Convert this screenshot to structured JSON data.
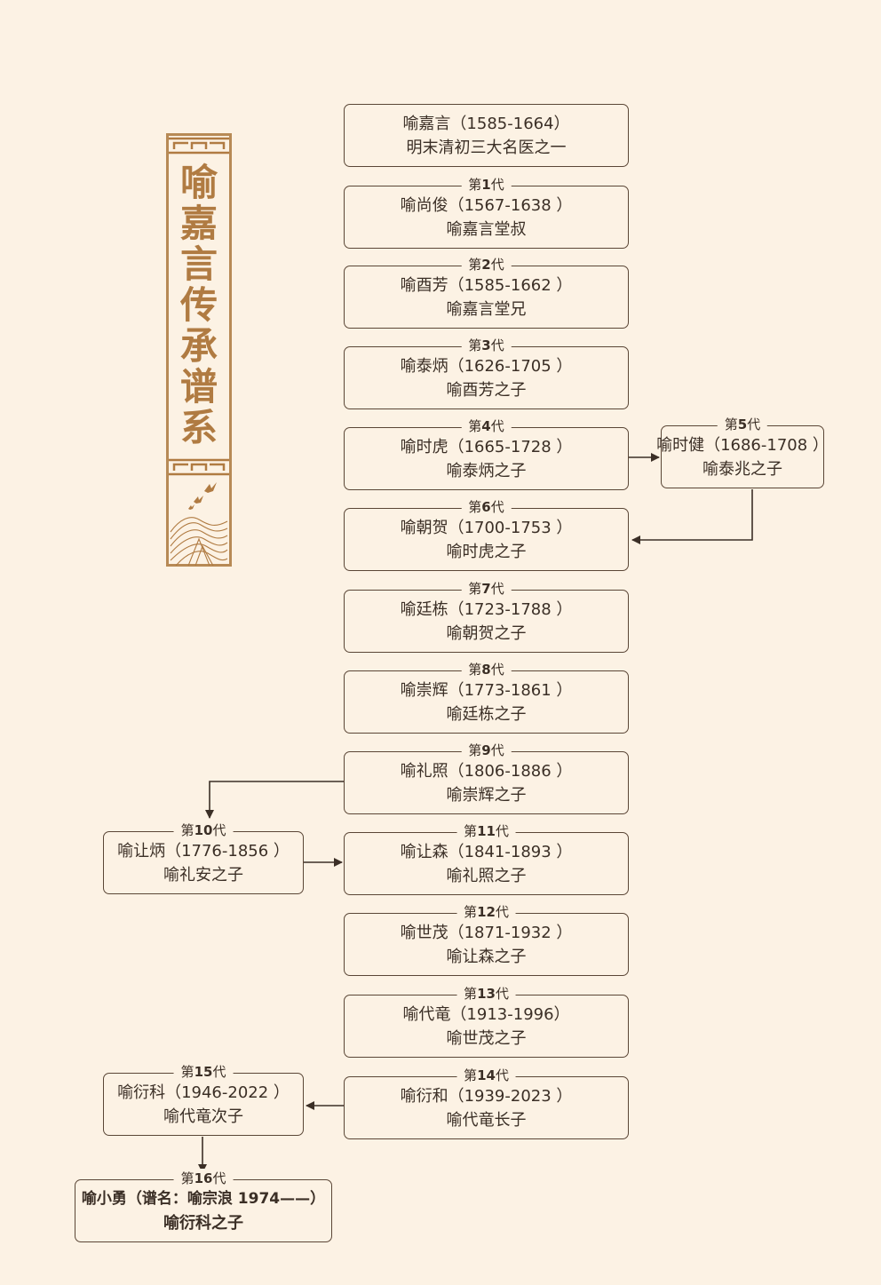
{
  "banner": {
    "title_chars": [
      "喻",
      "嘉",
      "言",
      "传",
      "承",
      "谱",
      "系"
    ]
  },
  "nodes": {
    "root": {
      "line1": "喻嘉言（1585-1664）",
      "line2": "明末清初三大名医之一"
    },
    "g1": {
      "gen_prefix": "第",
      "gen_num": "1",
      "gen_suffix": "代",
      "line1": "喻尚俊（1567-1638 ）",
      "line2": "喻嘉言堂叔"
    },
    "g2": {
      "gen_prefix": "第",
      "gen_num": "2",
      "gen_suffix": "代",
      "line1": "喻酉芳（1585-1662 ）",
      "line2": "喻嘉言堂兄"
    },
    "g3": {
      "gen_prefix": "第",
      "gen_num": "3",
      "gen_suffix": "代",
      "line1": "喻泰炳（1626-1705 ）",
      "line2": "喻酉芳之子"
    },
    "g4": {
      "gen_prefix": "第",
      "gen_num": "4",
      "gen_suffix": "代",
      "line1": "喻时虎（1665-1728 ）",
      "line2": "喻泰炳之子"
    },
    "g5": {
      "gen_prefix": "第",
      "gen_num": "5",
      "gen_suffix": "代",
      "line1": "喻时健（1686-1708 ）",
      "line2": "喻泰兆之子"
    },
    "g6": {
      "gen_prefix": "第",
      "gen_num": "6",
      "gen_suffix": "代",
      "line1": "喻朝贺（1700-1753 ）",
      "line2": "喻时虎之子"
    },
    "g7": {
      "gen_prefix": "第",
      "gen_num": "7",
      "gen_suffix": "代",
      "line1": "喻廷栋（1723-1788 ）",
      "line2": "喻朝贺之子"
    },
    "g8": {
      "gen_prefix": "第",
      "gen_num": "8",
      "gen_suffix": "代",
      "line1": "喻崇辉（1773-1861 ）",
      "line2": "喻廷栋之子"
    },
    "g9": {
      "gen_prefix": "第",
      "gen_num": "9",
      "gen_suffix": "代",
      "line1": "喻礼照（1806-1886 ）",
      "line2": "喻崇辉之子"
    },
    "g10": {
      "gen_prefix": "第",
      "gen_num": "10",
      "gen_suffix": "代",
      "line1": "喻让炳（1776-1856 ）",
      "line2": "喻礼安之子"
    },
    "g11": {
      "gen_prefix": "第",
      "gen_num": "11",
      "gen_suffix": "代",
      "line1": "喻让森（1841-1893 ）",
      "line2": "喻礼照之子"
    },
    "g12": {
      "gen_prefix": "第",
      "gen_num": "12",
      "gen_suffix": "代",
      "line1": "喻世茂（1871-1932 ）",
      "line2": "喻让森之子"
    },
    "g13": {
      "gen_prefix": "第",
      "gen_num": "13",
      "gen_suffix": "代",
      "line1": "喻代竜（1913-1996）",
      "line2": "喻世茂之子"
    },
    "g14": {
      "gen_prefix": "第",
      "gen_num": "14",
      "gen_suffix": "代",
      "line1": "喻衍和（1939-2023 ）",
      "line2": "喻代竜长子"
    },
    "g15": {
      "gen_prefix": "第",
      "gen_num": "15",
      "gen_suffix": "代",
      "line1": "喻衍科（1946-2022 ）",
      "line2": "喻代竜次子"
    },
    "g16": {
      "gen_prefix": "第",
      "gen_num": "16",
      "gen_suffix": "代",
      "line1": "喻小勇（谱名：喻宗浪 1974——）",
      "line2": "喻衍科之子"
    }
  },
  "colors": {
    "background": "#fcf2e4",
    "border": "#5a4636",
    "accent": "#b07b42"
  }
}
